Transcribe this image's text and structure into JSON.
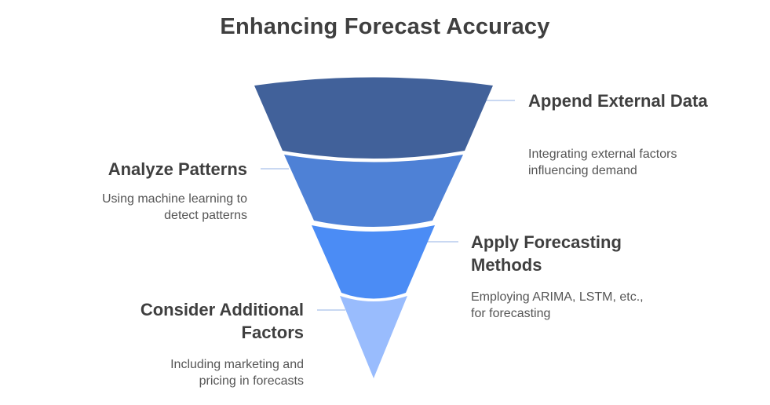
{
  "title": "Enhancing Forecast Accuracy",
  "stages": [
    {
      "label": "Append External Data",
      "description": "Integrating external factors influencing demand",
      "color": "#41619a"
    },
    {
      "label": "Analyze Patterns",
      "description": "Using machine learning to detect patterns",
      "color": "#4e81d6"
    },
    {
      "label": "Apply Forecasting Methods",
      "description": "Employing ARIMA, LSTM, etc., for forecasting",
      "color": "#4b8cf5"
    },
    {
      "label": "Consider Additional Factors",
      "description": "Including marketing and pricing in forecasts",
      "color": "#99bcfd"
    }
  ],
  "connector_color": "#a9c1e9"
}
